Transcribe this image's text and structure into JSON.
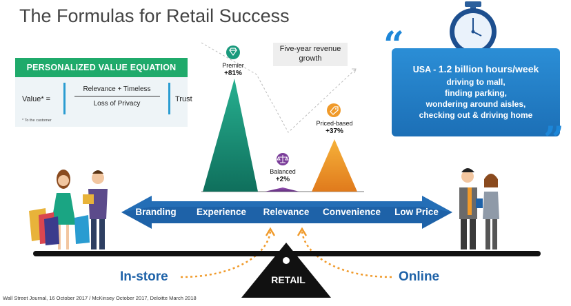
{
  "title": "The Formulas for Retail Success",
  "equation": {
    "header": "PERSONALIZED VALUE EQUATION",
    "lhs": "Value* =",
    "numerator": "Relevance + Timeless",
    "denominator": "Loss of Privacy",
    "rhs": "Trust",
    "footnote": "* To the customer"
  },
  "growth_label": {
    "line1": "Five-year revenue",
    "line2": "growth"
  },
  "peaks": [
    {
      "label": "Premier",
      "value": "+81%",
      "icon": "diamond-icon"
    },
    {
      "label": "Balanced",
      "value": "+2%",
      "icon": "scales-icon"
    },
    {
      "label": "Priced-based",
      "value": "+37%",
      "icon": "price-tag-icon"
    }
  ],
  "quote": {
    "line1_lead": "USA - ",
    "line1_rest": "1.2 billion hours/week",
    "line2": "driving to mall,",
    "line3": "finding parking,",
    "line4": "wondering around aisles,",
    "line5": "checking out & driving home"
  },
  "spectrum": [
    "Branding",
    "Experience",
    "Relevance",
    "Convenience",
    "Low Price"
  ],
  "channels": {
    "left": "In-store",
    "right": "Online",
    "center": "RETAIL"
  },
  "source": "Wall Street Journal, 16 October 2017 / McKinsey October 2017, Deloitte March 2018",
  "colors": {
    "premier": "#1a9a7d",
    "balanced": "#7b3e9a",
    "priced": "#f09a2a",
    "arrow": "#1e62a8",
    "accent_green": "#1faa6b",
    "quote_blue": "#1c7cc8"
  }
}
